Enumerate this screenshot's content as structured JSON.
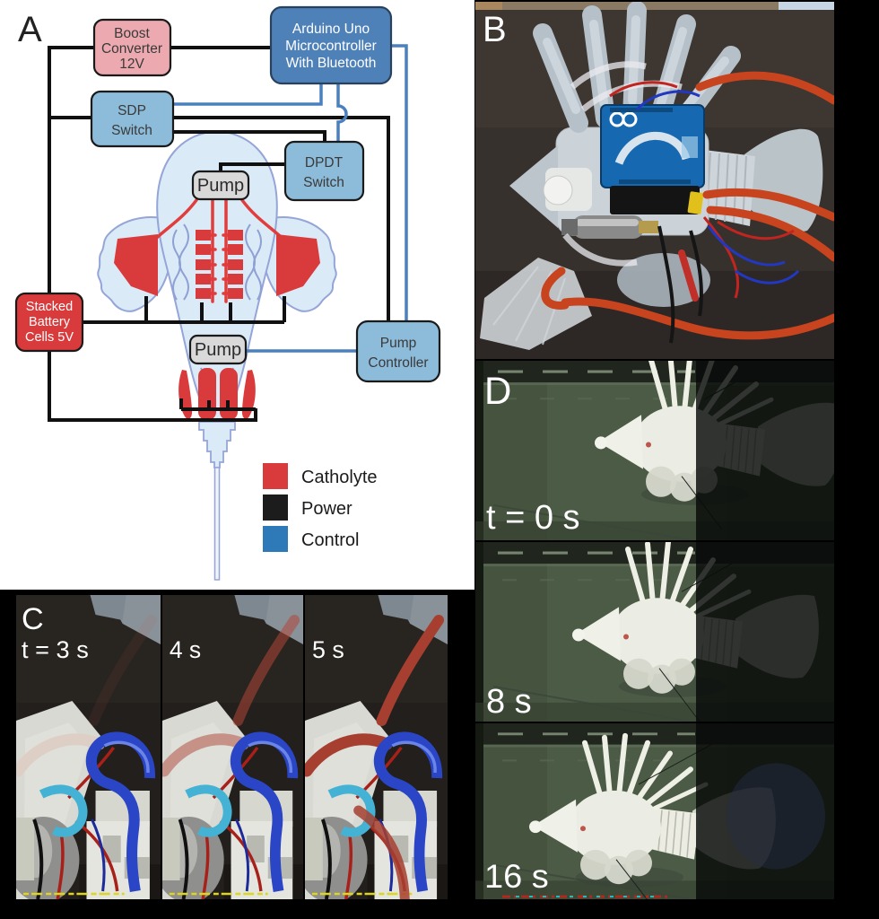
{
  "panelA": {
    "label": "A",
    "boxes": {
      "boost": {
        "lines": [
          "Boost",
          "Converter",
          "12V"
        ],
        "fill": "#ecaab0"
      },
      "arduino": {
        "lines": [
          "Arduino Uno",
          "Microcontroller",
          "With Bluetooth"
        ],
        "fill": "#4f81b9"
      },
      "sdp": {
        "lines": [
          "SDP",
          "Switch"
        ],
        "fill": "#8dbcda"
      },
      "dpdt": {
        "lines": [
          "DPDT",
          "Switch"
        ],
        "fill": "#8dbcda"
      },
      "pump_top": {
        "label": "Pump",
        "fill": "#d9d9d9"
      },
      "pump_bottom": {
        "label": "Pump",
        "fill": "#d9d9d9"
      },
      "battery": {
        "lines": [
          "Stacked",
          "Battery",
          "Cells 5V"
        ],
        "fill": "#d93b3c"
      },
      "pump_controller": {
        "lines": [
          "Pump",
          "Controller"
        ],
        "fill": "#8dbcda"
      }
    },
    "legend": {
      "items": [
        {
          "label": "Catholyte",
          "color": "#d93b3c"
        },
        {
          "label": "Power",
          "color": "#1c1c1c"
        },
        {
          "label": "Control",
          "color": "#2e7ab8"
        }
      ]
    },
    "wires": {
      "power": "#101010",
      "control": "#4b80bf",
      "catholyte": "#e03d3c"
    }
  },
  "panelB": {
    "label": "B"
  },
  "panelC": {
    "label": "C",
    "frames": [
      {
        "time": "t = 3 s",
        "tube_main": "#decfc6",
        "tube_top": "rgba(190,90,75,0.10)"
      },
      {
        "time": "4 s",
        "tube_main": "#c69287",
        "tube_top": "rgba(176,70,56,0.55)"
      },
      {
        "time": "5 s",
        "tube_main": "#a63f30",
        "tube_top": "#a63f30"
      }
    ]
  },
  "panelD": {
    "label": "D",
    "frames": [
      {
        "time": "t = 0 s"
      },
      {
        "time": "8 s"
      },
      {
        "time": "16 s"
      }
    ]
  }
}
